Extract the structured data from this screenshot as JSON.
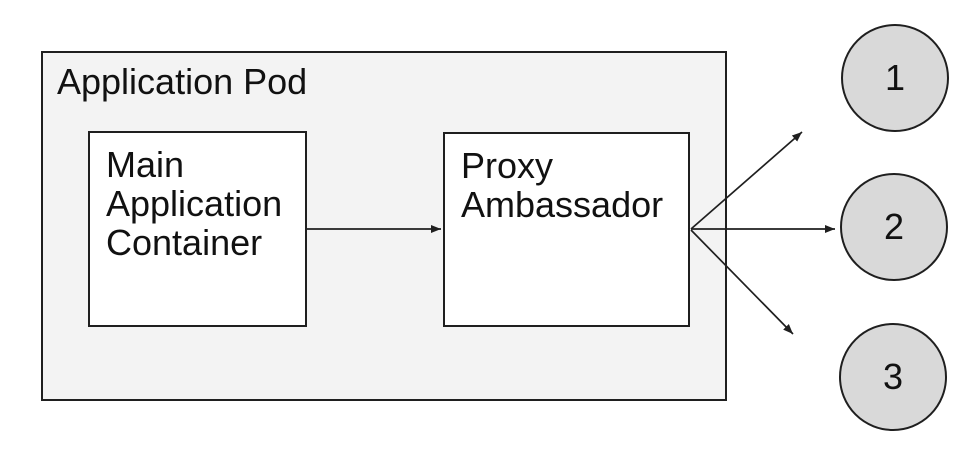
{
  "colors": {
    "background": "#ffffff",
    "pod_fill": "#f3f3f3",
    "node_fill": "#ffffff",
    "endpoint_fill": "#d9d9d9",
    "line": "#1f1f1f",
    "text": "#111111"
  },
  "pod": {
    "label": "Application Pod"
  },
  "nodes": {
    "main": {
      "label": "Main Application Container"
    },
    "proxy": {
      "label": "Proxy Ambassador"
    }
  },
  "endpoints": [
    {
      "label": "1"
    },
    {
      "label": "2"
    },
    {
      "label": "3"
    }
  ]
}
